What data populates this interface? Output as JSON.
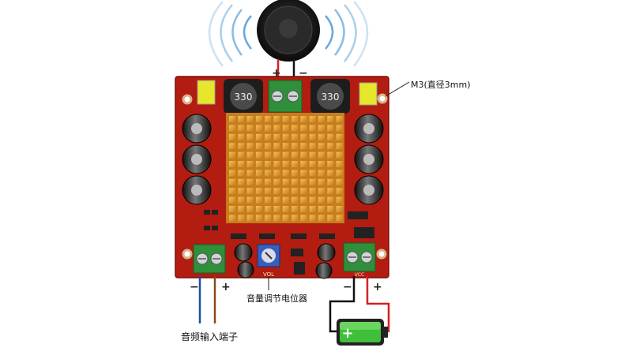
{
  "annotations": {
    "mount_hole_label": "M3(直径3mm)",
    "volume_pot_label": "音量调节电位器",
    "audio_input_label": "音频输入端子"
  },
  "polarity": {
    "speaker_plus": "+",
    "speaker_minus": "−",
    "input_minus": "−",
    "input_plus": "+",
    "power_minus": "−",
    "power_plus": "+",
    "battery_plus": "+"
  },
  "inductors": {
    "left_code": "330",
    "right_code": "330"
  },
  "board_marks": {
    "pot_text": "VOL",
    "pin_text": "VCC"
  },
  "colors": {
    "pcb": "#b31c10",
    "heatsink": "#e8a33a",
    "terminal": "#2f8f3a",
    "battery_fill": "#3fbf3a",
    "wire_red": "#d42020",
    "wire_black": "#111111",
    "wire_blue": "#1e4fa0",
    "wire_brown": "#8b4a1a",
    "sound_waves": "#5a9fd6"
  }
}
